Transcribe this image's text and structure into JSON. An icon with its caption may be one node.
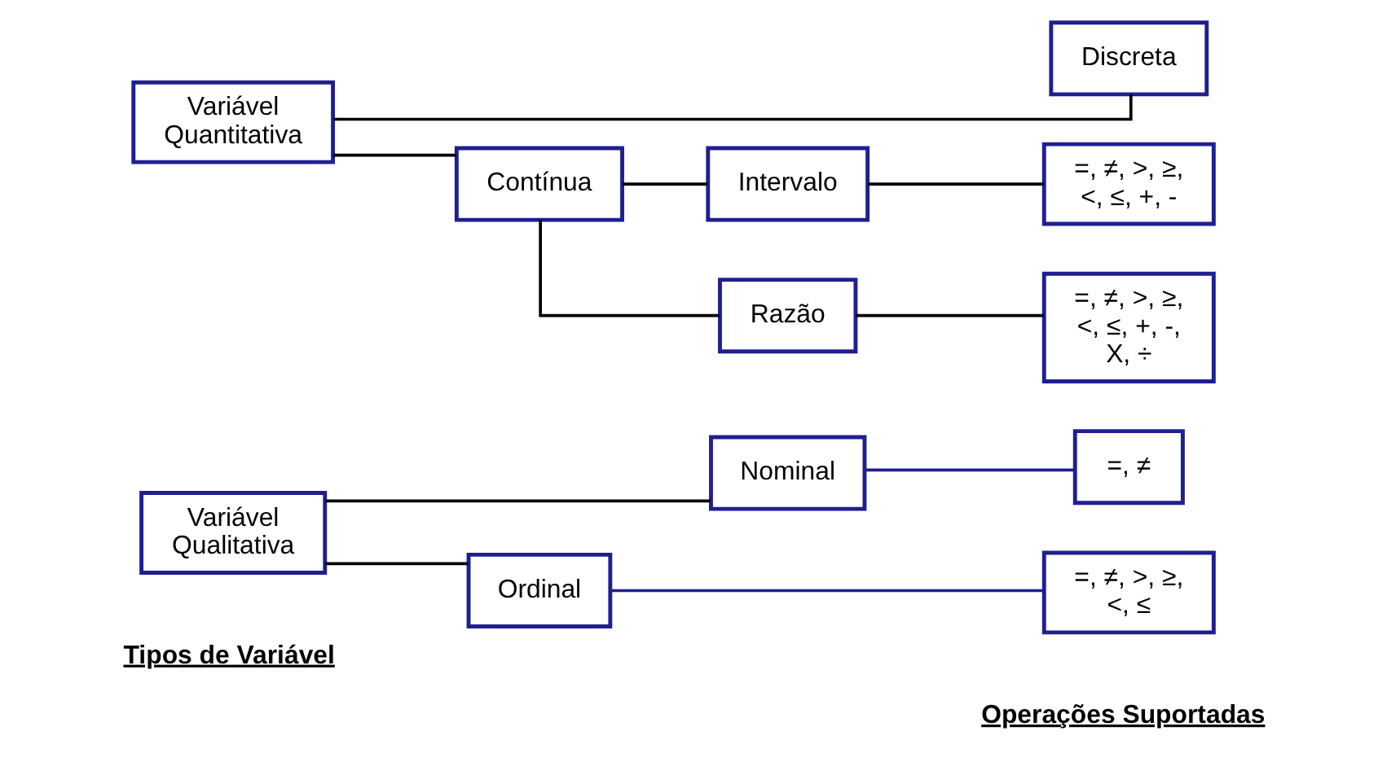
{
  "diagram": {
    "nodes": [
      {
        "text": [
          "Variável Qualitativa"
        ]
      },
      {
        "text": [
          "Nominal"
        ]
      },
      {
        "text": [
          "Ordinal"
        ]
      },
      {
        "text": [
          "=, ≠"
        ]
      },
      {
        "text": [
          "=, ≠, >, ≥, <, ≤"
        ]
      },
      {
        "text": [
          "Variável Quantitativa"
        ]
      },
      {
        "text": [
          "Discreta"
        ]
      },
      {
        "text": [
          "Contínua"
        ]
      },
      {
        "text": [
          "Intervalo"
        ]
      },
      {
        "text": [
          "Razão"
        ]
      },
      {
        "text": [
          "=, ≠, >, ≥, <, ≤, +, -"
        ]
      },
      {
        "text": [
          "=, ≠, >, ≥, <, ≤, +, -, X, ÷"
        ]
      }
    ],
    "edges": [
      {
        "from": 0,
        "to": 1,
        "arrow": "none"
      },
      {
        "from": 0,
        "to": 2,
        "arrow": "none"
      },
      {
        "from": 1,
        "to": 3,
        "arrow": "none",
        "color": "#1f1f8f"
      },
      {
        "from": 2,
        "to": 4,
        "arrow": "none",
        "color": "#1f1f8f"
      },
      {
        "from": 5,
        "to": 6,
        "arrow": "none"
      },
      {
        "from": 5,
        "to": 7,
        "arrow": "none"
      },
      {
        "from": 7,
        "to": 8,
        "arrow": "none"
      },
      {
        "from": 7,
        "to": 9,
        "arrow": "none"
      },
      {
        "from": 8,
        "to": 10,
        "arrow": "none"
      },
      {
        "from": 9,
        "to": 11,
        "arrow": "none"
      }
    ],
    "labels": [
      "Tipos de Variável",
      "Operações Suportadas"
    ]
  }
}
